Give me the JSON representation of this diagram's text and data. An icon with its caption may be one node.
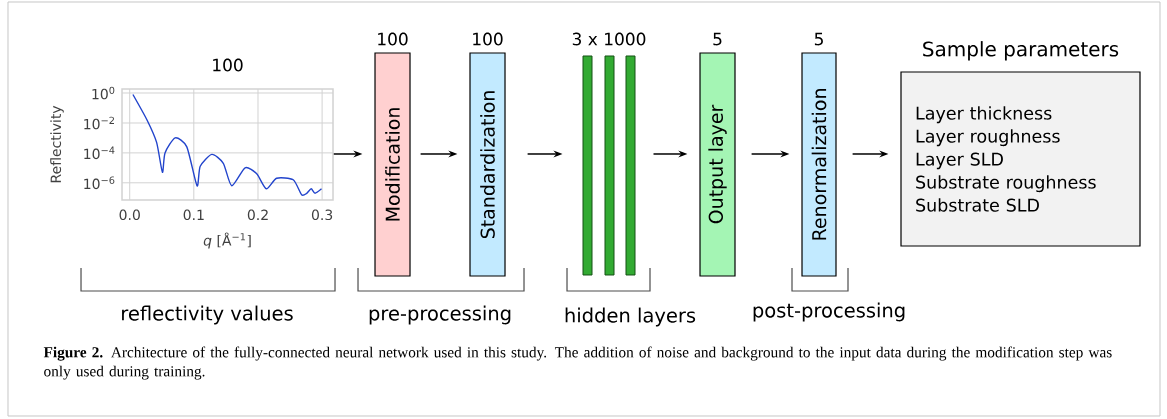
{
  "diagram": {
    "caption": "**Figure 2.** Architecture of the fully-connected neural network used in this study. The addition of noise and background to the input data during the modification step was only used during training.",
    "nodes": [
      {
        "text": [],
        "shape": "chart",
        "beside": [
          "100"
        ]
      },
      {
        "text": [
          "Modification"
        ],
        "beside": [
          "100"
        ]
      },
      {
        "text": [
          "Standardization"
        ],
        "beside": [
          "100"
        ]
      },
      {
        "text": [],
        "shape": "bar"
      },
      {
        "text": [],
        "shape": "bar"
      },
      {
        "text": [],
        "shape": "bar"
      },
      {
        "text": [
          "Output layer"
        ],
        "beside": [
          "5"
        ]
      },
      {
        "text": [
          "Renormalization"
        ],
        "beside": [
          "5"
        ]
      },
      {
        "text": [
          "Sample parameters",
          "Layer thickness",
          "Layer roughness",
          "Layer SLD",
          "Substrate roughness",
          "Substrate SLD"
        ]
      }
    ],
    "edges": [
      {
        "from": 0,
        "to": 1,
        "arrow": "to"
      },
      {
        "from": 1,
        "to": 2,
        "arrow": "to"
      },
      {
        "from": 2,
        "to": 3,
        "arrow": "to"
      },
      {
        "from": 5,
        "to": 6,
        "arrow": "to"
      },
      {
        "from": 6,
        "to": 7,
        "arrow": "to"
      },
      {
        "from": 7,
        "to": 8,
        "arrow": "to"
      }
    ],
    "labels": [
      "10$^{0}$",
      "10$^{−2}$",
      "10$^{−4}$",
      "10$^{−6}$",
      "Reflectivity",
      "0.0",
      "0.1",
      "0.2",
      "0.3",
      "*q* [Å$^{−1}$]",
      "3 x 1000",
      "reflectivity values",
      "pre-processing",
      "hidden layers",
      "post-processing"
    ]
  }
}
